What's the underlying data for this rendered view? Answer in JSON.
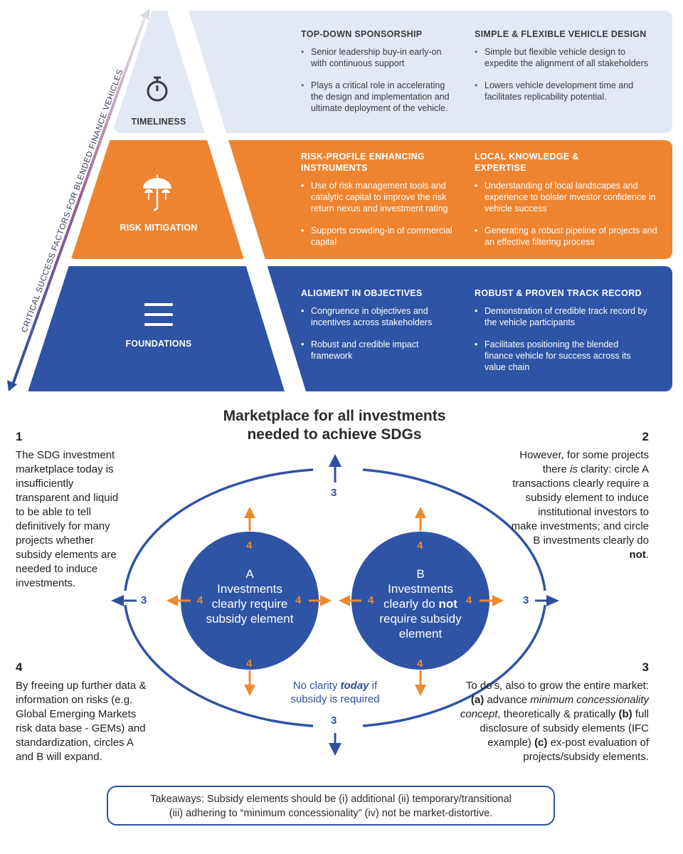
{
  "colors": {
    "timeliness_band": "#e3e8f5",
    "risk_band": "#ee8430",
    "foundations_band": "#2f53a5",
    "circle_blue": "#2f53a5",
    "orange_arrow": "#ef8a30",
    "blue_arrow": "#2f4f9e"
  },
  "pyramid": {
    "axis_label": "CRITICAL SUCCESS FACTORS FOR BLENDED FINANCE VEHICLES",
    "tiers": [
      {
        "label": "TIMELINESS",
        "icon": "stopwatch-icon",
        "columns": [
          {
            "title": "TOP-DOWN SPONSORSHIP",
            "bullets": [
              "Senior leadership buy-in early-on with continuous support",
              "Plays a critical role in accelerating the design and implementation and ultimate deployment of the vehicle."
            ]
          },
          {
            "title": "SIMPLE & FLEXIBLE VEHICLE DESIGN",
            "bullets": [
              "Simple but flexible vehicle design to expedite the alignment of all stakeholders",
              "Lowers vehicle development time and facilitates replicability potential."
            ]
          }
        ]
      },
      {
        "label": "RISK MITIGATION",
        "icon": "umbrella-icon",
        "columns": [
          {
            "title": "RISK-PROFILE ENHANCING INSTRUMENTS",
            "bullets": [
              "Use of risk management tools and catalytic capital to improve the risk return nexus and investment rating",
              "Supports crowding-in of commercial capital"
            ]
          },
          {
            "title": "LOCAL KNOWLEDGE & EXPERTISE",
            "bullets": [
              "Understanding of local landscapes and experience to bolster investor confidence in vehicle success",
              "Generating a robust pipeline of projects and an effective filtering process"
            ]
          }
        ]
      },
      {
        "label": "FOUNDATIONS",
        "icon": "layers-icon",
        "columns": [
          {
            "title": "ALIGMENT IN OBJECTIVES",
            "bullets": [
              "Congruence in objectives and incentives across stakeholders",
              "Robust and credible impact framework"
            ]
          },
          {
            "title": "ROBUST & PROVEN TRACK RECORD",
            "bullets": [
              "Demonstration of credible track record by the vehicle participants",
              "Facilitates positioning the blended finance vehicle for success across its value chain"
            ]
          }
        ]
      }
    ]
  },
  "diagram": {
    "title_line1": "Marketplace for all investments",
    "title_line2": "needed to achieve SDGs",
    "note1": {
      "num": "1",
      "text": "The SDG investment marketplace today is insufficiently transparent and liquid to be able to tell definitively for many projects whether subsidy elements are needed to induce investments."
    },
    "note2": {
      "num": "2",
      "text_pre": "However, for some projects there ",
      "text_em": "is",
      "text_mid": " clarity: circle A transactions clearly require a subsidy element to induce institutional investors to make investments; and circle B investments clearly do ",
      "text_bold": "not",
      "text_post": "."
    },
    "note3": {
      "num": "3",
      "p1": "To do's, also to grow the entire market: ",
      "a": "(a)",
      "p2": " advance ",
      "em": "minimum concessionality concept",
      "p3": ", theoretically & pratically ",
      "b": "(b)",
      "p4": " full disclosure of subsidy elements (IFC example) ",
      "c": "(c)",
      "p5": " ex-post evaluation of projects/subsidy elements."
    },
    "note4": {
      "num": "4",
      "text": "By freeing up further data & information on risks (e.g. Global Emerging Markets risk data base - GEMs) and standardization, circles A and B will expand."
    },
    "circle_a": {
      "letter": "A",
      "line1": "Investments",
      "line2": "clearly require",
      "line3": "subsidy element"
    },
    "circle_b": {
      "letter": "B",
      "line1": "Investments",
      "line2_pre": "clearly do ",
      "line2_bold": "not",
      "line3": "require subsidy",
      "line4": "element"
    },
    "center_text": {
      "pre": "No clarity ",
      "em": "today",
      "post": " if",
      "line2": "subsidy is required"
    },
    "num3": "3",
    "num4": "4",
    "takeaway_line1": "Takeaways: Subsidy elements should be (i) additional (ii) temporary/transitional",
    "takeaway_line2": "(iii) adhering to “minimum concessionality” (iv) not be market-distortive."
  }
}
